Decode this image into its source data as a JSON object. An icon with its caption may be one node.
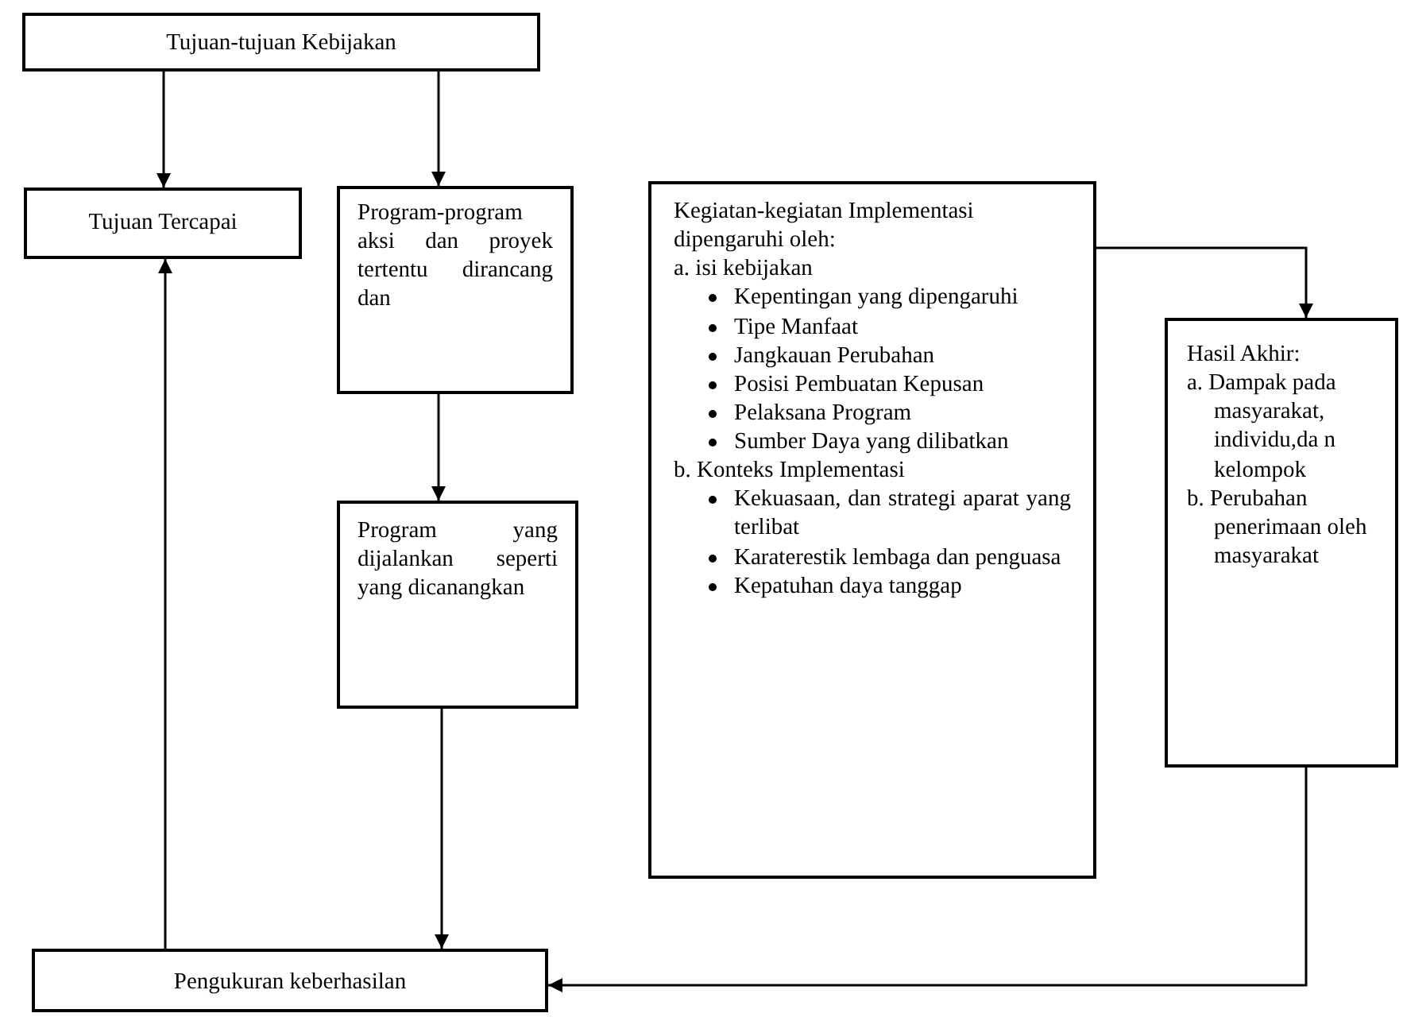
{
  "diagram": {
    "nodes": [
      {
        "text": [
          "Tujuan-tujuan Kebijakan"
        ]
      },
      {
        "text": [
          "Tujuan Tercapai"
        ]
      },
      {
        "text": [
          "Program-program aksi dan proyek tertentu dirancang dan"
        ]
      },
      {
        "text": [
          "Program yang dijalankan seperti yang dicanangkan"
        ]
      },
      {
        "text": [
          "Kegiatan-kegiatan Implementasi dipengaruhi oleh:",
          "a. isi kebijakan",
          "Kepentingan yang dipengaruhi",
          "Tipe Manfaat",
          "Jangkauan Perubahan",
          "Posisi Pembuatan Kepusan",
          "Pelaksana Program",
          "Sumber Daya yang dilibatkan",
          "b. Konteks Implementasi",
          "Kekuasaan, dan strategi aparat yang terlibat",
          "Karaterestik lembaga dan penguasa",
          "Kepatuhan daya tanggap"
        ]
      },
      {
        "text": [
          "Hasil Akhir:",
          "a. Dampak pada masyarakat, individu,da n kelompok",
          "b. Perubahan penerimaan oleh masyarakat"
        ]
      },
      {
        "text": [
          "Pengukuran keberhasilan"
        ]
      }
    ],
    "edges": [
      {
        "from": 0,
        "to": 1,
        "arrow": "to"
      },
      {
        "from": 0,
        "to": 2,
        "arrow": "to"
      },
      {
        "from": 2,
        "to": 3,
        "arrow": "to"
      },
      {
        "from": 3,
        "to": 6,
        "arrow": "to"
      },
      {
        "from": 6,
        "to": 1,
        "arrow": "to"
      },
      {
        "from": 4,
        "to": 5,
        "arrow": "to"
      },
      {
        "from": 5,
        "to": 6,
        "arrow": "to"
      }
    ]
  }
}
